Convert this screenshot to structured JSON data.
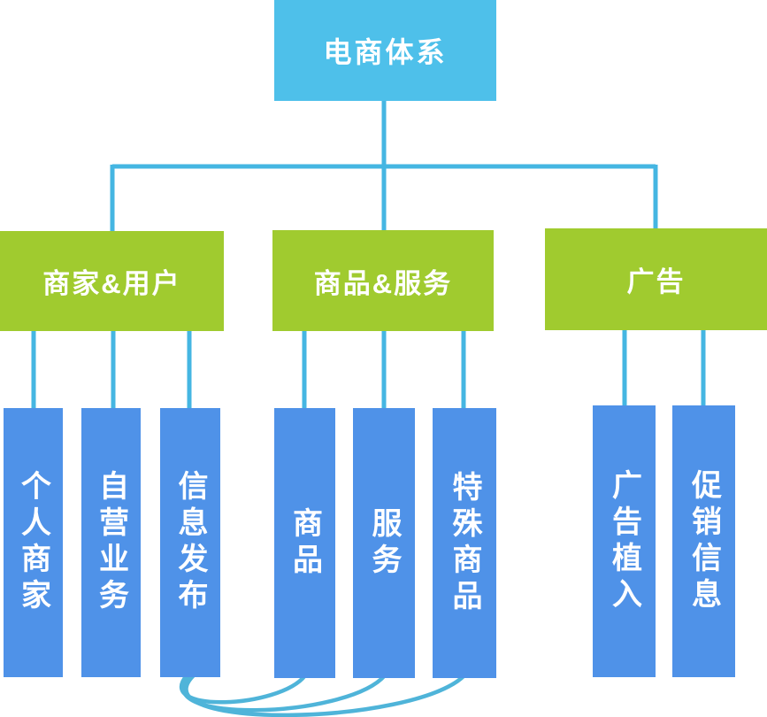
{
  "diagram": {
    "root": {
      "label": "电商体系"
    },
    "branches": [
      {
        "label": "商家&用户",
        "children": [
          {
            "label": "个人商家"
          },
          {
            "label": "自营业务"
          },
          {
            "label": "信息发布"
          }
        ]
      },
      {
        "label": "商品&服务",
        "children": [
          {
            "label": "商品"
          },
          {
            "label": "服务"
          },
          {
            "label": "特殊商品"
          }
        ]
      },
      {
        "label": "广告",
        "children": [
          {
            "label": "广告植入"
          },
          {
            "label": "促销信息"
          }
        ]
      }
    ],
    "colors": {
      "root_box": "#4ec0ea",
      "branch_box": "#a0cb2f",
      "leaf_box": "#4f92e8",
      "connector_line": "#45b6e2",
      "bottom_curve": "#4fb4d9",
      "text": "#ffffff"
    }
  }
}
